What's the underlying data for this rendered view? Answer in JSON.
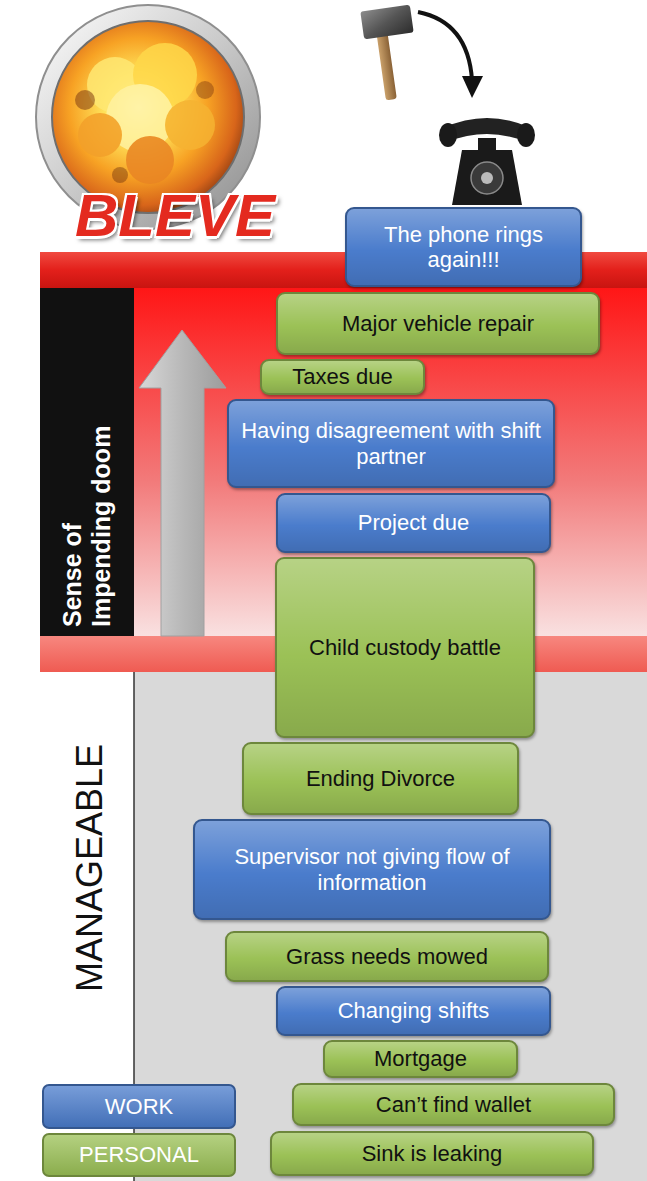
{
  "diagram": {
    "nodes": [
      {
        "text": [
          "The phone rings again!!!"
        ]
      },
      {
        "text": [
          "Major vehicle repair"
        ]
      },
      {
        "text": [
          "Taxes due"
        ]
      },
      {
        "text": [
          "Having disagreement with shift partner"
        ]
      },
      {
        "text": [
          "Project due"
        ]
      },
      {
        "text": [
          "Child custody battle"
        ]
      },
      {
        "text": [
          "Ending Divorce"
        ]
      },
      {
        "text": [
          "Supervisor not giving flow of information"
        ]
      },
      {
        "text": [
          "Grass needs mowed"
        ]
      },
      {
        "text": [
          "Changing shifts"
        ]
      },
      {
        "text": [
          "Mortgage"
        ]
      },
      {
        "text": [
          "Can’t find wallet"
        ]
      },
      {
        "text": [
          "Sink is leaking"
        ]
      }
    ],
    "labels": [
      "BLEVE",
      "Sense of Impending doom",
      "MANAGEABLE"
    ],
    "legend": [
      {
        "text": "WORK",
        "color": "#4a7ccc"
      },
      {
        "text": "PERSONAL",
        "color": "#9bc156"
      }
    ]
  }
}
